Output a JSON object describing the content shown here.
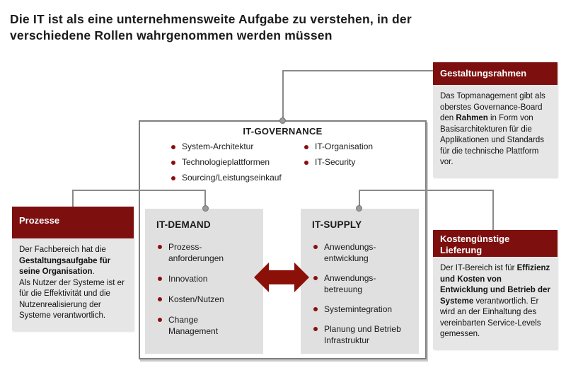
{
  "title": {
    "line1": "Die IT ist als eine unternehmensweite Aufgabe zu verstehen, in der",
    "line2": "verschiedene Rollen wahrgenommen werden müssen"
  },
  "governance": {
    "title": "IT-GOVERNANCE",
    "items_left": [
      "System-Architektur",
      "Technologieplattformen",
      "Sourcing/Leistungseinkauf"
    ],
    "items_right": [
      "IT-Organisation",
      "IT-Security"
    ]
  },
  "demand": {
    "title": "IT-DEMAND",
    "items": [
      "Prozess-anforderungen",
      "Innovation",
      "Kosten/Nutzen",
      "Change Management"
    ]
  },
  "supply": {
    "title": "IT-SUPPLY",
    "items": [
      "Anwendungs-entwicklung",
      "Anwendungs-betreuung",
      "Systemintegration",
      "Planung und Betrieb Infrastruktur"
    ]
  },
  "callouts": {
    "gestaltungsrahmen": {
      "header": "Gestaltungsrahmen",
      "body_pre": "Das Topmanagement gibt als oberstes Governance-Board den ",
      "body_bold": "Rahmen",
      "body_post": " in Form von Basisarchitekturen für die Applikationen und Standards für die technische Plattform vor."
    },
    "prozesse": {
      "header": "Prozesse",
      "body_pre": "Der Fachbereich hat die ",
      "body_bold": "Gestaltungsaufgabe für seine Organisation",
      "body_mid": ".",
      "body_post": "Als Nutzer der Systeme ist er für die Effektivität und die Nutzenrealisierung der Systeme verantwortlich."
    },
    "lieferung": {
      "header": "Kostengünstige Lieferung",
      "body_pre": "Der IT-Bereich ist für ",
      "body_bold": "Effizienz und Kosten von Entwicklung und Betrieb der Systeme",
      "body_post": " verantwortlich. Er wird an der Einhaltung des vereinbarten Service-Levels gemessen."
    }
  },
  "colors": {
    "maroon_header": "#7d0f0f",
    "maroon_arrow": "#8a1008",
    "bullet_red": "#8b0f0f",
    "box_gray": "#e0e0e0",
    "callout_body_gray": "#e6e6e6",
    "line_gray": "#8a8a8a",
    "border_gray": "#7f7f7f",
    "title_text": "#1b1b1b"
  }
}
